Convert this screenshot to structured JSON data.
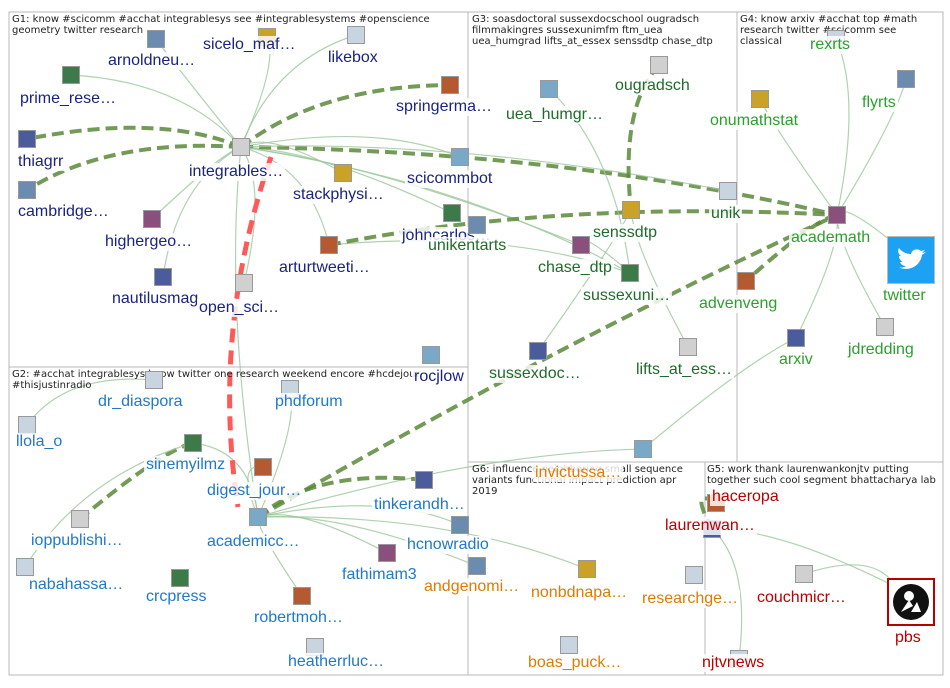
{
  "colors": {
    "g1": "#1a237e",
    "g2": "#1f78c8",
    "g3": "#1f6b2b",
    "g4": "#2ca02c",
    "g5": "#b80000",
    "g6": "#e07b00",
    "edge": "#5a8a3a",
    "edge_light": "#9cc79c",
    "edge_red": "#ff5a5a"
  },
  "groups": [
    {
      "id": "G1",
      "label": "G1: know #scicomm #acchat integrablesys see #integrablesystems #openscience geometry twitter research"
    },
    {
      "id": "G2",
      "label": "G2: #acchat integrablesys know twitter one research weekend encore #hcdejour #thisjustinradio"
    },
    {
      "id": "G3",
      "label": "G3: soasdoctoral sussexdocschool ougradsch filmmakingres sussexunimfm ftm_uea uea_humgrad lifts_at_essex senssdtp chase_dtp"
    },
    {
      "id": "G4",
      "label": "G4: know arxiv #acchat top #math research twitter #scicomm see classical"
    },
    {
      "id": "G5",
      "label": "G5: work thank laurenwankonjtv putting together such cool segment bhattacharya lab"
    },
    {
      "id": "G6",
      "label": "G6: influence neighboring small sequence variants functional impact prediction apr 2019"
    }
  ],
  "nodes": [
    {
      "id": "arnoldneu",
      "label": "arnoldneu…",
      "group": "g1",
      "icon": "portrait-icon"
    },
    {
      "id": "sicelo_maf",
      "label": "sicelo_maf…",
      "group": "g1",
      "icon": "portrait-icon"
    },
    {
      "id": "likebox",
      "label": "likebox",
      "group": "g1",
      "icon": "default-avatar-icon"
    },
    {
      "id": "prime_rese",
      "label": "prime_rese…",
      "group": "g1",
      "icon": "logo-icon"
    },
    {
      "id": "springerma",
      "label": "springerma…",
      "group": "g1",
      "icon": "logo-icon"
    },
    {
      "id": "thiagrr",
      "label": "thiagrr",
      "group": "g1",
      "icon": "portrait-icon"
    },
    {
      "id": "integrables",
      "label": "integrables…",
      "group": "g1",
      "icon": "logo-icon"
    },
    {
      "id": "scicommbot",
      "label": "scicommbot",
      "group": "g1",
      "icon": "logo-icon"
    },
    {
      "id": "cambridge",
      "label": "cambridge…",
      "group": "g1",
      "icon": "logo-icon"
    },
    {
      "id": "stackphysi",
      "label": "stackphysi…",
      "group": "g1",
      "icon": "logo-icon"
    },
    {
      "id": "highergeo",
      "label": "highergeo…",
      "group": "g1",
      "icon": "book-icon"
    },
    {
      "id": "johncarlos",
      "label": "johncarlos…",
      "group": "g1",
      "icon": "portrait-icon"
    },
    {
      "id": "arturtweeti",
      "label": "arturtweeti…",
      "group": "g1",
      "icon": "logo-icon"
    },
    {
      "id": "nautilusmag",
      "label": "nautilusmag",
      "group": "g1",
      "icon": "logo-icon"
    },
    {
      "id": "open_sci",
      "label": "open_sci…",
      "group": "g1",
      "icon": "logo-icon"
    },
    {
      "id": "rocjlow",
      "label": "rocjlow",
      "group": "g1",
      "icon": "portrait-icon"
    },
    {
      "id": "dr_diaspora",
      "label": "dr_diaspora",
      "group": "g2",
      "icon": "default-avatar-icon"
    },
    {
      "id": "phdforum",
      "label": "phdforum",
      "group": "g2",
      "icon": "default-avatar-icon"
    },
    {
      "id": "llola_o",
      "label": "llola_o",
      "group": "g2",
      "icon": "default-avatar-icon"
    },
    {
      "id": "sinemyilmz",
      "label": "sinemyilmz",
      "group": "g2",
      "icon": "portrait-icon"
    },
    {
      "id": "digest_jour",
      "label": "digest_jour…",
      "group": "g2",
      "icon": "logo-icon"
    },
    {
      "id": "tinkerandh",
      "label": "tinkerandh…",
      "group": "g2",
      "icon": "portrait-icon"
    },
    {
      "id": "ioppublishi",
      "label": "ioppublishi…",
      "group": "g2",
      "icon": "logo-icon"
    },
    {
      "id": "academicc",
      "label": "academicc…",
      "group": "g2",
      "icon": "book-icon"
    },
    {
      "id": "hcnowradio",
      "label": "hcnowradio",
      "group": "g2",
      "icon": "logo-icon"
    },
    {
      "id": "nabahassa",
      "label": "nabahassa…",
      "group": "g2",
      "icon": "default-avatar-icon"
    },
    {
      "id": "fathimam3",
      "label": "fathimam3",
      "group": "g2",
      "icon": "portrait-icon"
    },
    {
      "id": "crcpress",
      "label": "crcpress",
      "group": "g2",
      "icon": "logo-icon"
    },
    {
      "id": "robertmoh",
      "label": "robertmoh…",
      "group": "g2",
      "icon": "portrait-icon"
    },
    {
      "id": "heatherrluc",
      "label": "heatherrluc…",
      "group": "g2",
      "icon": "default-avatar-icon"
    },
    {
      "id": "ougradsch",
      "label": "ougradsch",
      "group": "g3",
      "icon": "logo-icon"
    },
    {
      "id": "uea_humgr",
      "label": "uea_humgr…",
      "group": "g3",
      "icon": "logo-icon"
    },
    {
      "id": "unikentarts",
      "label": "unikentarts",
      "group": "g3",
      "icon": "logo-icon"
    },
    {
      "id": "senssdtp",
      "label": "senssdtp",
      "group": "g3",
      "icon": "logo-icon"
    },
    {
      "id": "chase_dtp",
      "label": "chase_dtp",
      "group": "g3",
      "icon": "logo-icon"
    },
    {
      "id": "sussexuni",
      "label": "sussexuni…",
      "group": "g3",
      "icon": "logo-icon"
    },
    {
      "id": "unik",
      "label": "unik",
      "group": "g3",
      "icon": "default-avatar-icon"
    },
    {
      "id": "sussexdoc",
      "label": "sussexdoc…",
      "group": "g3",
      "icon": "logo-icon"
    },
    {
      "id": "lifts_at_ess",
      "label": "lifts_at_ess…",
      "group": "g3",
      "icon": "logo-icon"
    },
    {
      "id": "rexrts",
      "label": "rexrts",
      "group": "g4",
      "icon": "default-avatar-icon"
    },
    {
      "id": "flyrts",
      "label": "flyrts",
      "group": "g4",
      "icon": "logo-icon"
    },
    {
      "id": "onumathstat",
      "label": "onumathstat",
      "group": "g4",
      "icon": "portrait-icon"
    },
    {
      "id": "academath",
      "label": "academath",
      "group": "g4",
      "icon": "logo-icon"
    },
    {
      "id": "twitter",
      "label": "twitter",
      "group": "g4",
      "icon": "twitter-bird-icon"
    },
    {
      "id": "advenveng",
      "label": "advenveng",
      "group": "g4",
      "icon": "logo-icon"
    },
    {
      "id": "arxiv",
      "label": "arxiv",
      "group": "g4",
      "icon": "logo-icon"
    },
    {
      "id": "jdredding",
      "label": "jdredding",
      "group": "g4",
      "icon": "portrait-icon"
    },
    {
      "id": "invictussa",
      "label": "invictussa…",
      "group": "g6",
      "icon": "logo-icon"
    },
    {
      "id": "andgenomi",
      "label": "andgenomi…",
      "group": "g6",
      "icon": "logo-icon"
    },
    {
      "id": "nonbdnapa",
      "label": "nonbdnapa…",
      "group": "g6",
      "icon": "logo-icon"
    },
    {
      "id": "researchge",
      "label": "researchge…",
      "group": "g6",
      "icon": "default-avatar-icon"
    },
    {
      "id": "boas_puck",
      "label": "boas_puck…",
      "group": "g6",
      "icon": "default-avatar-icon"
    },
    {
      "id": "haceropa",
      "label": "haceropa",
      "group": "g5",
      "icon": "portrait-icon"
    },
    {
      "id": "laurenwan",
      "label": "laurenwan…",
      "group": "g5",
      "icon": "portrait-icon"
    },
    {
      "id": "couchmicr",
      "label": "couchmicr…",
      "group": "g5",
      "icon": "portrait-icon"
    },
    {
      "id": "pbs",
      "label": "pbs",
      "group": "g5",
      "icon": "pbs-logo-icon"
    },
    {
      "id": "njtvnews",
      "label": "njtvnews",
      "group": "g5",
      "icon": "default-avatar-icon"
    }
  ],
  "edges": [
    [
      "integrables",
      "springerma"
    ],
    [
      "integrables",
      "scicommbot"
    ],
    [
      "integrables",
      "stackphysi"
    ],
    [
      "integrables",
      "arturtweeti"
    ],
    [
      "integrables",
      "johncarlos"
    ],
    [
      "integrables",
      "academath"
    ],
    [
      "integrables",
      "chase_dtp"
    ],
    [
      "integrables",
      "sussexuni"
    ],
    [
      "integrables",
      "academicc"
    ],
    [
      "integrables",
      "highergeo"
    ],
    [
      "integrables",
      "cambridge"
    ],
    [
      "integrables",
      "prime_rese"
    ],
    [
      "integrables",
      "arnoldneu"
    ],
    [
      "integrables",
      "sicelo_maf"
    ],
    [
      "integrables",
      "likebox"
    ],
    [
      "integrables",
      "thiagrr"
    ],
    [
      "integrables",
      "nautilusmag"
    ],
    [
      "integrables",
      "open_sci"
    ],
    [
      "integrables",
      "unik"
    ],
    [
      "academicc",
      "invictussa"
    ],
    [
      "academicc",
      "tinkerandh"
    ],
    [
      "academicc",
      "hcnowradio"
    ],
    [
      "academicc",
      "fathimam3"
    ],
    [
      "academicc",
      "sinemyilmz"
    ],
    [
      "academicc",
      "digest_jour"
    ],
    [
      "academicc",
      "academath"
    ],
    [
      "academicc",
      "robertmoh"
    ],
    [
      "academicc",
      "nonbdnapa"
    ],
    [
      "academicc",
      "andgenomi"
    ],
    [
      "arturtweeti",
      "sussexuni"
    ],
    [
      "arturtweeti",
      "academath"
    ],
    [
      "academath",
      "arxiv"
    ],
    [
      "academath",
      "twitter"
    ],
    [
      "academath",
      "flyrts"
    ],
    [
      "academath",
      "jdredding"
    ],
    [
      "academath",
      "advenveng"
    ],
    [
      "academath",
      "onumathstat"
    ],
    [
      "academath",
      "rexrts"
    ],
    [
      "senssdtp",
      "lifts_at_ess"
    ],
    [
      "senssdtp",
      "sussexdoc"
    ],
    [
      "ougradsch",
      "senssdtp"
    ],
    [
      "uea_humgr",
      "sussexuni"
    ],
    [
      "chase_dtp",
      "sussexuni"
    ],
    [
      "arxiv",
      "invictussa"
    ],
    [
      "dr_diaspora",
      "llola_o"
    ],
    [
      "sinemyilmz",
      "ioppublishi"
    ],
    [
      "sinemyilmz",
      "nabahassa"
    ],
    [
      "phdforum",
      "academicc"
    ],
    [
      "laurenwan",
      "pbs"
    ],
    [
      "couchmicr",
      "pbs"
    ],
    [
      "haceropa",
      "laurenwan"
    ],
    [
      "njtvnews",
      "laurenwan"
    ]
  ],
  "highlight_edge": [
    "integrables",
    "academicc"
  ]
}
